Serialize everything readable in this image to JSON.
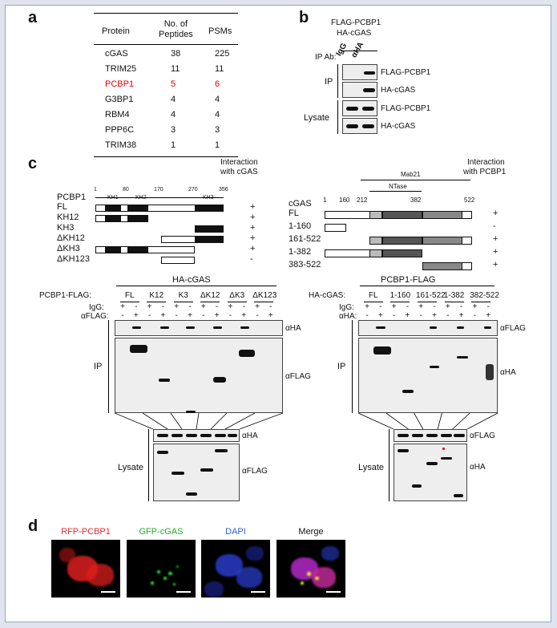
{
  "panels": {
    "a": "a",
    "b": "b",
    "c": "c",
    "d": "d"
  },
  "table_a": {
    "headers": [
      "Protein",
      "No. of\nPeptides",
      "PSMs"
    ],
    "rows": [
      {
        "protein": "cGAS",
        "peptides": "38",
        "psms": "225",
        "highlight": false
      },
      {
        "protein": "TRIM25",
        "peptides": "11",
        "psms": "11",
        "highlight": false
      },
      {
        "protein": "PCBP1",
        "peptides": "5",
        "psms": "6",
        "highlight": true
      },
      {
        "protein": "G3BP1",
        "peptides": "4",
        "psms": "4",
        "highlight": false
      },
      {
        "protein": "RBM4",
        "peptides": "4",
        "psms": "4",
        "highlight": false
      },
      {
        "protein": "PPP6C",
        "peptides": "3",
        "psms": "3",
        "highlight": false
      },
      {
        "protein": "TRIM38",
        "peptides": "1",
        "psms": "1",
        "highlight": false
      }
    ],
    "highlight_color": "#e00000"
  },
  "panel_b": {
    "title1": "FLAG-PCBP1",
    "title2": "HA-cGAS",
    "ip_ab": "IP Ab:",
    "ab1": "IgG",
    "ab2": "αHA",
    "ip": "IP",
    "lysate": "Lysate",
    "rows": [
      "FLAG-PCBP1",
      "HA-cGAS",
      "FLAG-PCBP1",
      "HA-cGAS"
    ]
  },
  "panel_c_left": {
    "interaction_header1": "Interaction",
    "interaction_header2": "with cGAS",
    "protein": "PCBP1",
    "positions": [
      "1",
      "80",
      "170",
      "270",
      "356"
    ],
    "domains": [
      "KH1",
      "KH2",
      "KH3"
    ],
    "constructs": [
      {
        "name": "FL",
        "result": "+"
      },
      {
        "name": "KH12",
        "result": "+"
      },
      {
        "name": "KH3",
        "result": "+"
      },
      {
        "name": "ΔKH12",
        "result": "+"
      },
      {
        "name": "ΔKH3",
        "result": "+"
      },
      {
        "name": "ΔKH123",
        "result": "-"
      }
    ]
  },
  "panel_c_right": {
    "interaction_header1": "Interaction",
    "interaction_header2": "with PCBP1",
    "domain_mab21": "Mab21",
    "domain_ntase": "NTase",
    "protein": "cGAS",
    "positions": [
      "1",
      "160",
      "212",
      "382",
      "522"
    ],
    "constructs": [
      {
        "name": "FL",
        "result": "+"
      },
      {
        "name": "1-160",
        "result": "-"
      },
      {
        "name": "161-522",
        "result": "+"
      },
      {
        "name": "1-382",
        "result": "+"
      },
      {
        "name": "383-522",
        "result": "+"
      }
    ]
  },
  "blot_left": {
    "label_top": "HA-cGAS",
    "row_label": "PCBP1-FLAG:",
    "lanes": [
      "FL",
      "K12",
      "K3",
      "ΔK12",
      "ΔK3",
      "ΔK123"
    ],
    "igg": "IgG:",
    "aflag": "αFLAG:",
    "signs_igg": [
      "+",
      "-",
      "+",
      "-",
      "+",
      "-",
      "+",
      "-",
      "+",
      "-",
      "+",
      "-"
    ],
    "signs_ab": [
      "-",
      "+",
      "-",
      "+",
      "-",
      "+",
      "-",
      "+",
      "-",
      "+",
      "-",
      "+"
    ],
    "ab1": "αHA",
    "ab2": "αFLAG",
    "ip": "IP",
    "lys_ab1": "αHA",
    "lys_ab2": "αFLAG",
    "lysate": "Lysate"
  },
  "blot_right": {
    "label_top": "PCBP1-FLAG",
    "row_label": "HA-cGAS:",
    "lanes": [
      "FL",
      "1-160",
      "161-522",
      "1-382",
      "382-522"
    ],
    "igg": "IgG:",
    "aha": "αHA:",
    "signs_igg": [
      "+",
      "-",
      "+",
      "-",
      "+",
      "-",
      "+",
      "-",
      "+",
      "-"
    ],
    "signs_ab": [
      "-",
      "+",
      "-",
      "+",
      "-",
      "+",
      "-",
      "+",
      "-",
      "+"
    ],
    "ab1": "αFLAG",
    "ab2": "αHA",
    "ip": "IP",
    "lys_ab1": "αFLAG",
    "lys_ab2": "αHA",
    "lysate": "Lysate"
  },
  "panel_d": {
    "labels": [
      {
        "text": "RFP-PCBP1",
        "color": "#e03030"
      },
      {
        "text": "GFP-cGAS",
        "color": "#20b020"
      },
      {
        "text": "DAPI",
        "color": "#3060d0"
      },
      {
        "text": "Merge",
        "color": "#111111"
      }
    ]
  }
}
